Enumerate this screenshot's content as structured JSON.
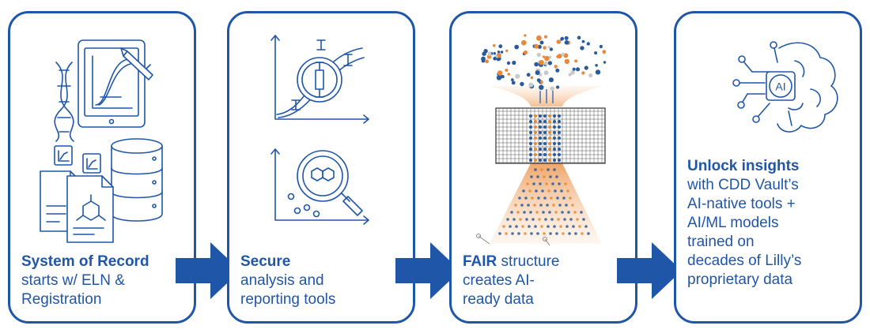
{
  "colors": {
    "primary": "#1f56a8",
    "accent": "#e8893a",
    "dot_blue": "#2a5a9a"
  },
  "steps": [
    {
      "icons": [
        "tablet-chart-icon",
        "dna-icon",
        "pen-icon",
        "database-icon",
        "document-icon",
        "molecule-icon"
      ],
      "heading": "System of Record",
      "rest": "starts w/ ELN &",
      "line3": "Registration"
    },
    {
      "icons": [
        "curve-chart-icon",
        "magnifier-molecule-icon",
        "scatter-chart-icon"
      ],
      "heading": "Secure",
      "line2": "analysis and",
      "line3": "reporting tools"
    },
    {
      "icons": [
        "data-funnel-icon",
        "grid-icon"
      ],
      "heading": "FAIR",
      "rest": " structure",
      "line2": "creates AI-",
      "line3": "ready data"
    },
    {
      "icons": [
        "ai-brain-icon"
      ],
      "ai_label": "AI",
      "heading": "Unlock insights",
      "lines": [
        "with CDD Vault’s",
        "AI-native tools +",
        "AI/ML models",
        "trained on",
        "decades of Lilly’s",
        "proprietary data"
      ]
    }
  ]
}
